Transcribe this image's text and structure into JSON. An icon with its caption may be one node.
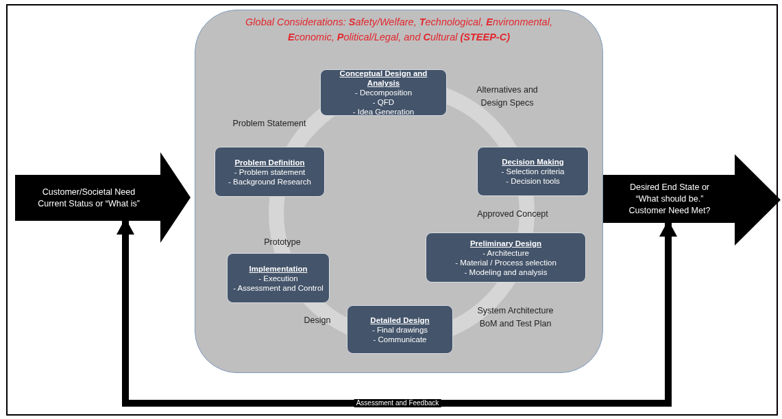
{
  "diagram": {
    "nodes": [
      {
        "text": [
          "Customer/Societal Need Current Status or “What is”"
        ]
      },
      {
        "text": [
          "Global Considerations: **S**afety/Welfare, **T**echnological, **E**nvironmental, **E**conomic, **P**olitical/Legal, and **C**ultural **(STEEP-C)**"
        ]
      },
      {
        "text": [
          "Conceptual Design and Analysis",
          "- Decomposition",
          "- QFD",
          "- Idea Generation"
        ],
        "in": 1
      },
      {
        "text": [
          "Decision Making",
          "- Selection criteria",
          "- Decision tools"
        ],
        "in": 1
      },
      {
        "text": [
          "Preliminary Design",
          "- Architecture",
          "- Material / Process selection",
          "- Modeling and analysis"
        ],
        "in": 1
      },
      {
        "text": [
          "Detailed Design",
          "- Final drawings",
          "- Communicate"
        ],
        "in": 1
      },
      {
        "text": [
          "Implementation",
          "- Execution",
          "- Assessment and Control"
        ],
        "in": 1
      },
      {
        "text": [
          "Problem Definition",
          "- Problem statement",
          "- Background Research"
        ],
        "in": 1
      },
      {
        "text": [
          "Desired End State or “What should be.” Customer Need Met?"
        ]
      }
    ],
    "edges": [
      {
        "from": 8,
        "to": 0,
        "arrow": "both",
        "label": "Assessment and Feedback"
      }
    ],
    "labels": [
      "Problem Statement",
      "Alternatives and Design Specs",
      "Approved Concept",
      "Prototype",
      "System Architecture BoM and Test Plan",
      "Design"
    ]
  }
}
